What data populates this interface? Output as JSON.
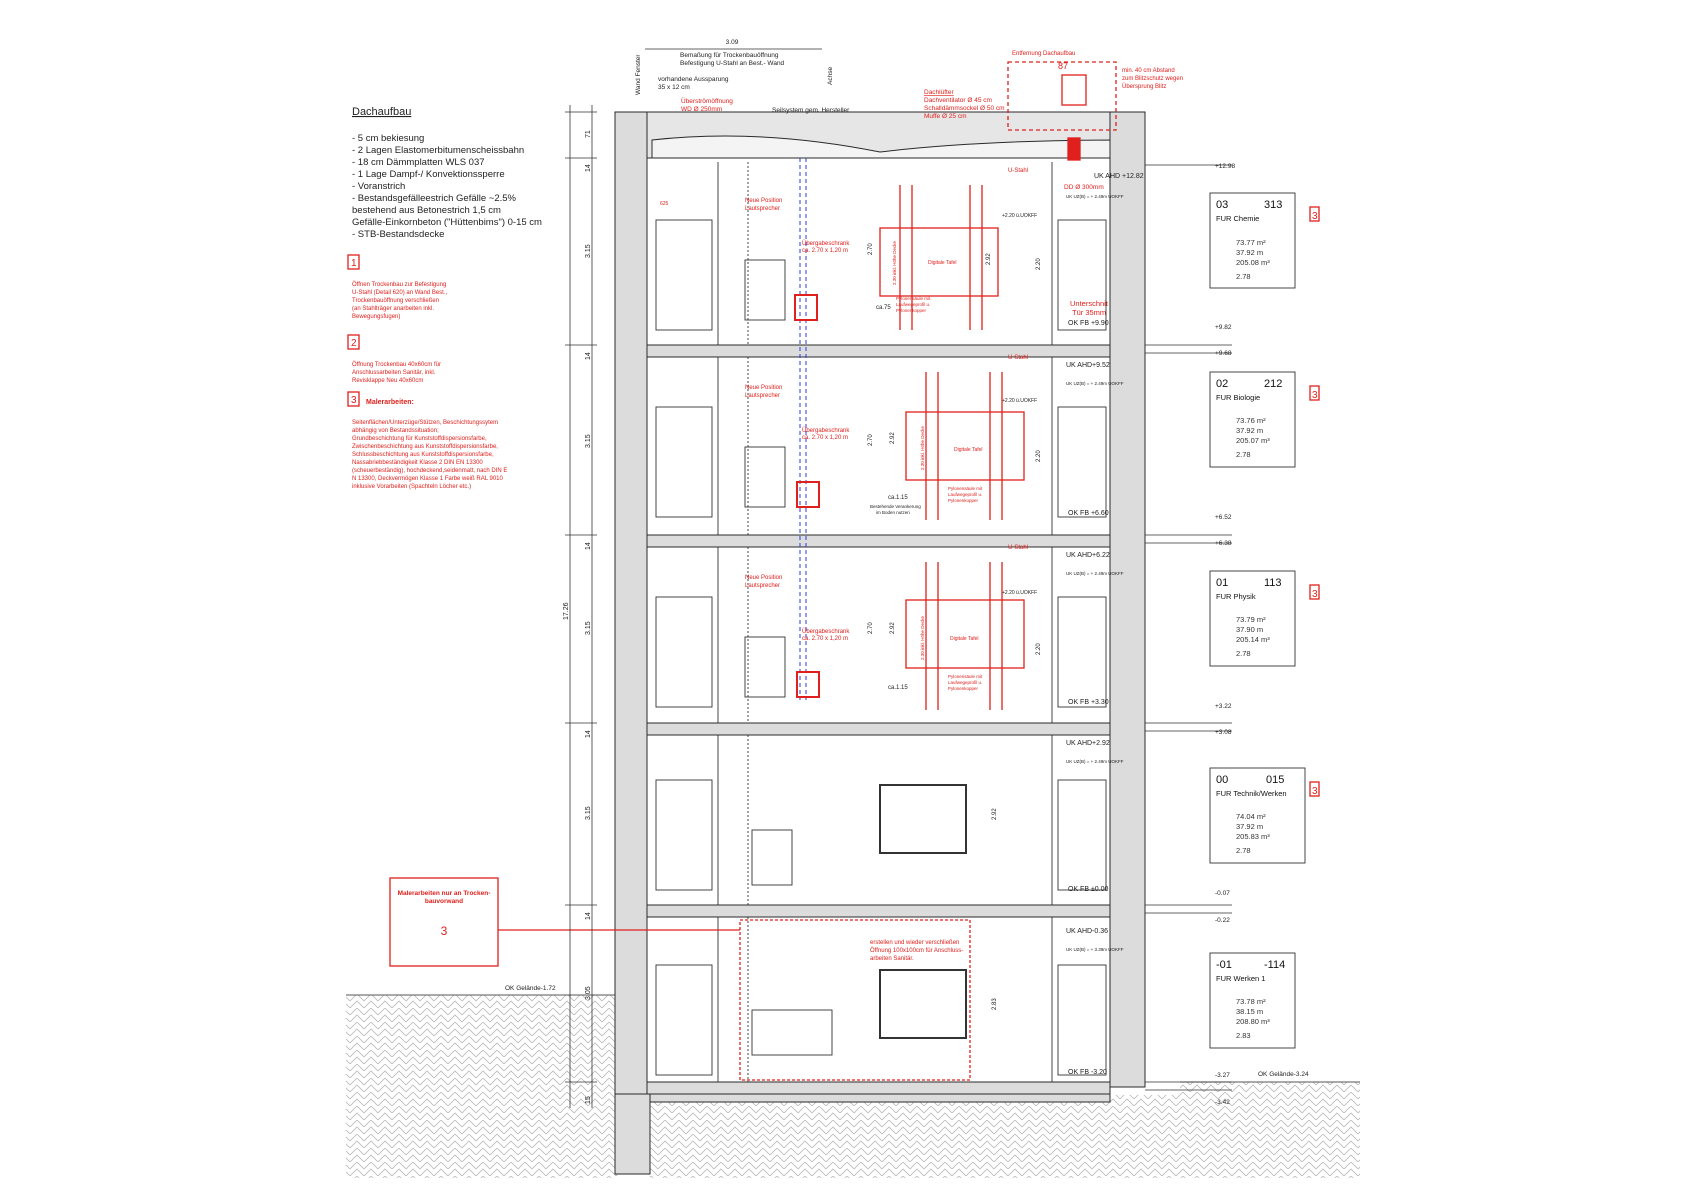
{
  "colors": {
    "markup": "#e0201c",
    "lines": "#2a2a2a",
    "concrete": "#d9d9d9",
    "soil_hatch": "#b8b8b8",
    "pipe": "#2c3be0"
  },
  "dach": {
    "title": "Dachaufbau",
    "layers": [
      "- 5 cm bekiesung",
      "- 2 Lagen Elastomerbitumenscheissbahn",
      "- 18 cm Dämmplatten WLS 037",
      "- 1 Lage Dampf-/ Konvektionssperre",
      "- Voranstrich",
      "- Bestandsgefälleestrich Gefälle ~2.5%",
      "  bestehend aus Betonestrich 1,5 cm",
      "  Gefälle-Einkornbeton (\"Hüttenbims\") 0-15 cm",
      "- STB-Bestandsdecke"
    ]
  },
  "notes": [
    {
      "num": "1",
      "lines": [
        "Öffnen Trockenbau zur Befestigung",
        "U-Stahl (Detail 620) an Wand Best.,",
        "Trockenbauöffnung verschließen",
        "(an Stahlträger anarbeiten inkl.",
        "Bewegungsfugen)"
      ]
    },
    {
      "num": "2",
      "lines": [
        "Öffnung Trockenbau 40x60cm für",
        "Anschlussarbeiten Sanitär, inkl.",
        "Revisklappe Neu 40x60cm"
      ]
    },
    {
      "num": "3",
      "heading": "Malerarbeiten:",
      "lines": [
        "Seitenflächen/Unterzüge/Stützen, Beschichtungssytem",
        "abhängig von Bestandssituation;",
        "Grundbeschichtung für Kunststoffdispersionsfarbe,",
        "Zwischenbeschichtung aus Kunststoffdispersionsfarbe,",
        "Schlussbeschichtung aus Kunststoffdispersionsfarbe,",
        "Nassabriebbeständigkeit Klasse 2 DIN EN 13300",
        "(scheuerbeständig), hochdeckend,seidenmatt, nach DIN E",
        "N 13300, Deckvermögen Klasse 1 Farbe weiß RAL 9010",
        "inklusive Vorarbeiten (Spachteln Löcher etc.)"
      ]
    }
  ],
  "maler_box": {
    "lines": [
      "Malerarbeiten nur an Trocken-",
      "bauvorwand"
    ],
    "num": "3"
  },
  "top_labels": {
    "dim_309": "3.09",
    "bemassung_1": "Bemaßung für Trockenbauöffnung",
    "bemassung_2": "Befestigung U-Stahl an Best.- Wand",
    "wand_fenster": "Wand Fenster",
    "achse": "Achse",
    "aussparung_1": "vorhandene Aussparung",
    "aussparung_2": "35 x 12 cm",
    "ueberstrom_1": "Überströmöffnung",
    "ueberstrom_2": "WD Ø 250mm",
    "seilsystem": "Seilsystem gem. Hersteller",
    "entfernung": "Entfernung Dachaufbau",
    "dim_87": "87",
    "blitz_1": "min. 40 cm Abstand",
    "blitz_2": "zum Blitzschutz wegen",
    "blitz_3": "Übersprung Blitz",
    "luefter_1": "Dachlüfter",
    "luefter_2": "Dachventilator Ø 45 cm",
    "luefter_3": "Schalldämmsockel Ø 50 cm",
    "luefter_4": "Muffe Ø 25 cm",
    "dd": "DD Ø 300mm",
    "dim_625": "625"
  },
  "vertical_dims": {
    "total": "17.26",
    "roof": "71",
    "slab": "14",
    "storey": "3.15",
    "storey_base": "3.05",
    "foot": "15"
  },
  "floors": [
    {
      "uk_ahd": "UK AHD +12.82",
      "uk_uz": "UK UZ(B) = + 2.49m UOKFF",
      "ok_fb": "OK FB +9.90",
      "lv_top": "+12.98",
      "lv_a": "+9.82",
      "lv_b": "+9.68",
      "ustahl": "U-Stahl",
      "uokff": "+2.20 ü.UOKFF",
      "unterschnitt_1": "Unterschnit",
      "unterschnitt_2": "Tür 35mm",
      "lautsprecher_1": "Neue Position",
      "lautsprecher_2": "Lautsprecher",
      "schrank_1": "Übergabeschrank",
      "schrank_2": "ca. 2.70 x 1,20 m",
      "tafel": "Digitale Tafel",
      "saeule_1": "Pylonensäule mit",
      "saeule_2": "Laufwegeprofil u.",
      "saeule_3": "Pylonenkopper",
      "ca": "ca.75",
      "h270": "2.70",
      "h292": "2.92",
      "h220": "2.20",
      "hnote": "2.30 inkl. Höhe Decke",
      "room": {
        "level": "03",
        "num": "313",
        "name": "FUR Chemie",
        "area": "73.77 m²",
        "perim": "37.92 m",
        "vol": "205.08 m³",
        "h": "2.78",
        "tag": "3"
      }
    },
    {
      "uk_ahd": "UK AHD+9.52",
      "uk_uz": "UK UZ(B) = + 2.49m UOKFF",
      "ok_fb": "OK FB +6.60",
      "lv_a": "+6.52",
      "lv_b": "+6.38",
      "ustahl": "U-Stahl",
      "uokff": "+2.20 ü.UOKFF",
      "lautsprecher_1": "Neue Position",
      "lautsprecher_2": "Lautsprecher",
      "schrank_1": "Übergabeschrank",
      "schrank_2": "ca. 2.70 x 1,20 m",
      "tafel": "Digitale Tafel",
      "saeule_1": "Pylonensäule mit",
      "saeule_2": "Laufwegeprofil u.",
      "saeule_3": "Pylonenkopper",
      "ca": "ca.1.15",
      "h270": "2.70",
      "h292": "2.92",
      "h220": "2.20",
      "hnote": "2.30 inkl. Höhe Decke",
      "verankerung_1": "Bestehende Verankerung",
      "verankerung_2": "im Boden nutzen",
      "room": {
        "level": "02",
        "num": "212",
        "name": "FUR Biologie",
        "area": "73.76 m²",
        "perim": "37.92 m",
        "vol": "205.07 m³",
        "h": "2.78",
        "tag": "3"
      }
    },
    {
      "uk_ahd": "UK AHD+6.22",
      "uk_uz": "UK UZ(B) = + 2.49m UOKFF",
      "ok_fb": "OK FB +3.30",
      "lv_a": "+3.22",
      "lv_b": "+3.08",
      "ustahl": "U-Stahl",
      "uokff": "+2.20 ü.UOKFF",
      "lautsprecher_1": "Neue Position",
      "lautsprecher_2": "Lautsprecher",
      "schrank_1": "Übergabeschrank",
      "schrank_2": "ca. 2.70 x 1,20 m",
      "tafel": "Digitale Tafel",
      "saeule_1": "Pylonensäule mit",
      "saeule_2": "Laufwegeprofil u.",
      "saeule_3": "Pylonenkopper",
      "ca": "ca.1.15",
      "h270": "2.70",
      "h292": "2.92",
      "h220": "2.20",
      "hnote": "2.30 inkl. Höhe Decke",
      "room": {
        "level": "01",
        "num": "113",
        "name": "FUR Physik",
        "area": "73.79 m²",
        "perim": "37.90 m",
        "vol": "205.14 m³",
        "h": "2.78",
        "tag": "3"
      }
    },
    {
      "uk_ahd": "UK AHD+2.92",
      "uk_uz": "UK UZ(B) = + 2.49m UOKFF",
      "ok_fb": "OK FB ±0.00",
      "lv_a": "-0.07",
      "lv_b": "-0.22",
      "h292": "2.92",
      "room": {
        "level": "00",
        "num": "015",
        "name": "FUR Technik/Werken",
        "area": "74.04 m²",
        "perim": "37.92 m",
        "vol": "205.83 m³",
        "h": "2.78",
        "tag": "3"
      }
    },
    {
      "uk_ahd": "UK AHD-0.36",
      "uk_uz": "UK UZ(B) = + 3.39m UOKFF",
      "ok_fb": "OK FB -3.20",
      "lv_a": "-3.27",
      "lv_b": "-3.42",
      "h283": "2.83",
      "oeffnung_1": "erstellen und wieder verschließen",
      "oeffnung_2": "Öffnung 100x100cm  für Anschluss-",
      "oeffnung_3": "arbeiten Sanitär.",
      "room": {
        "level": "-01",
        "num": "-114",
        "name": "FUR Werken 1",
        "area": "73.78 m²",
        "perim": "38.15 m",
        "vol": "208.80 m³",
        "h": "2.83"
      }
    }
  ],
  "ground": {
    "left": "OK Gelände-1.72",
    "right": "OK Gelände-3.24"
  }
}
